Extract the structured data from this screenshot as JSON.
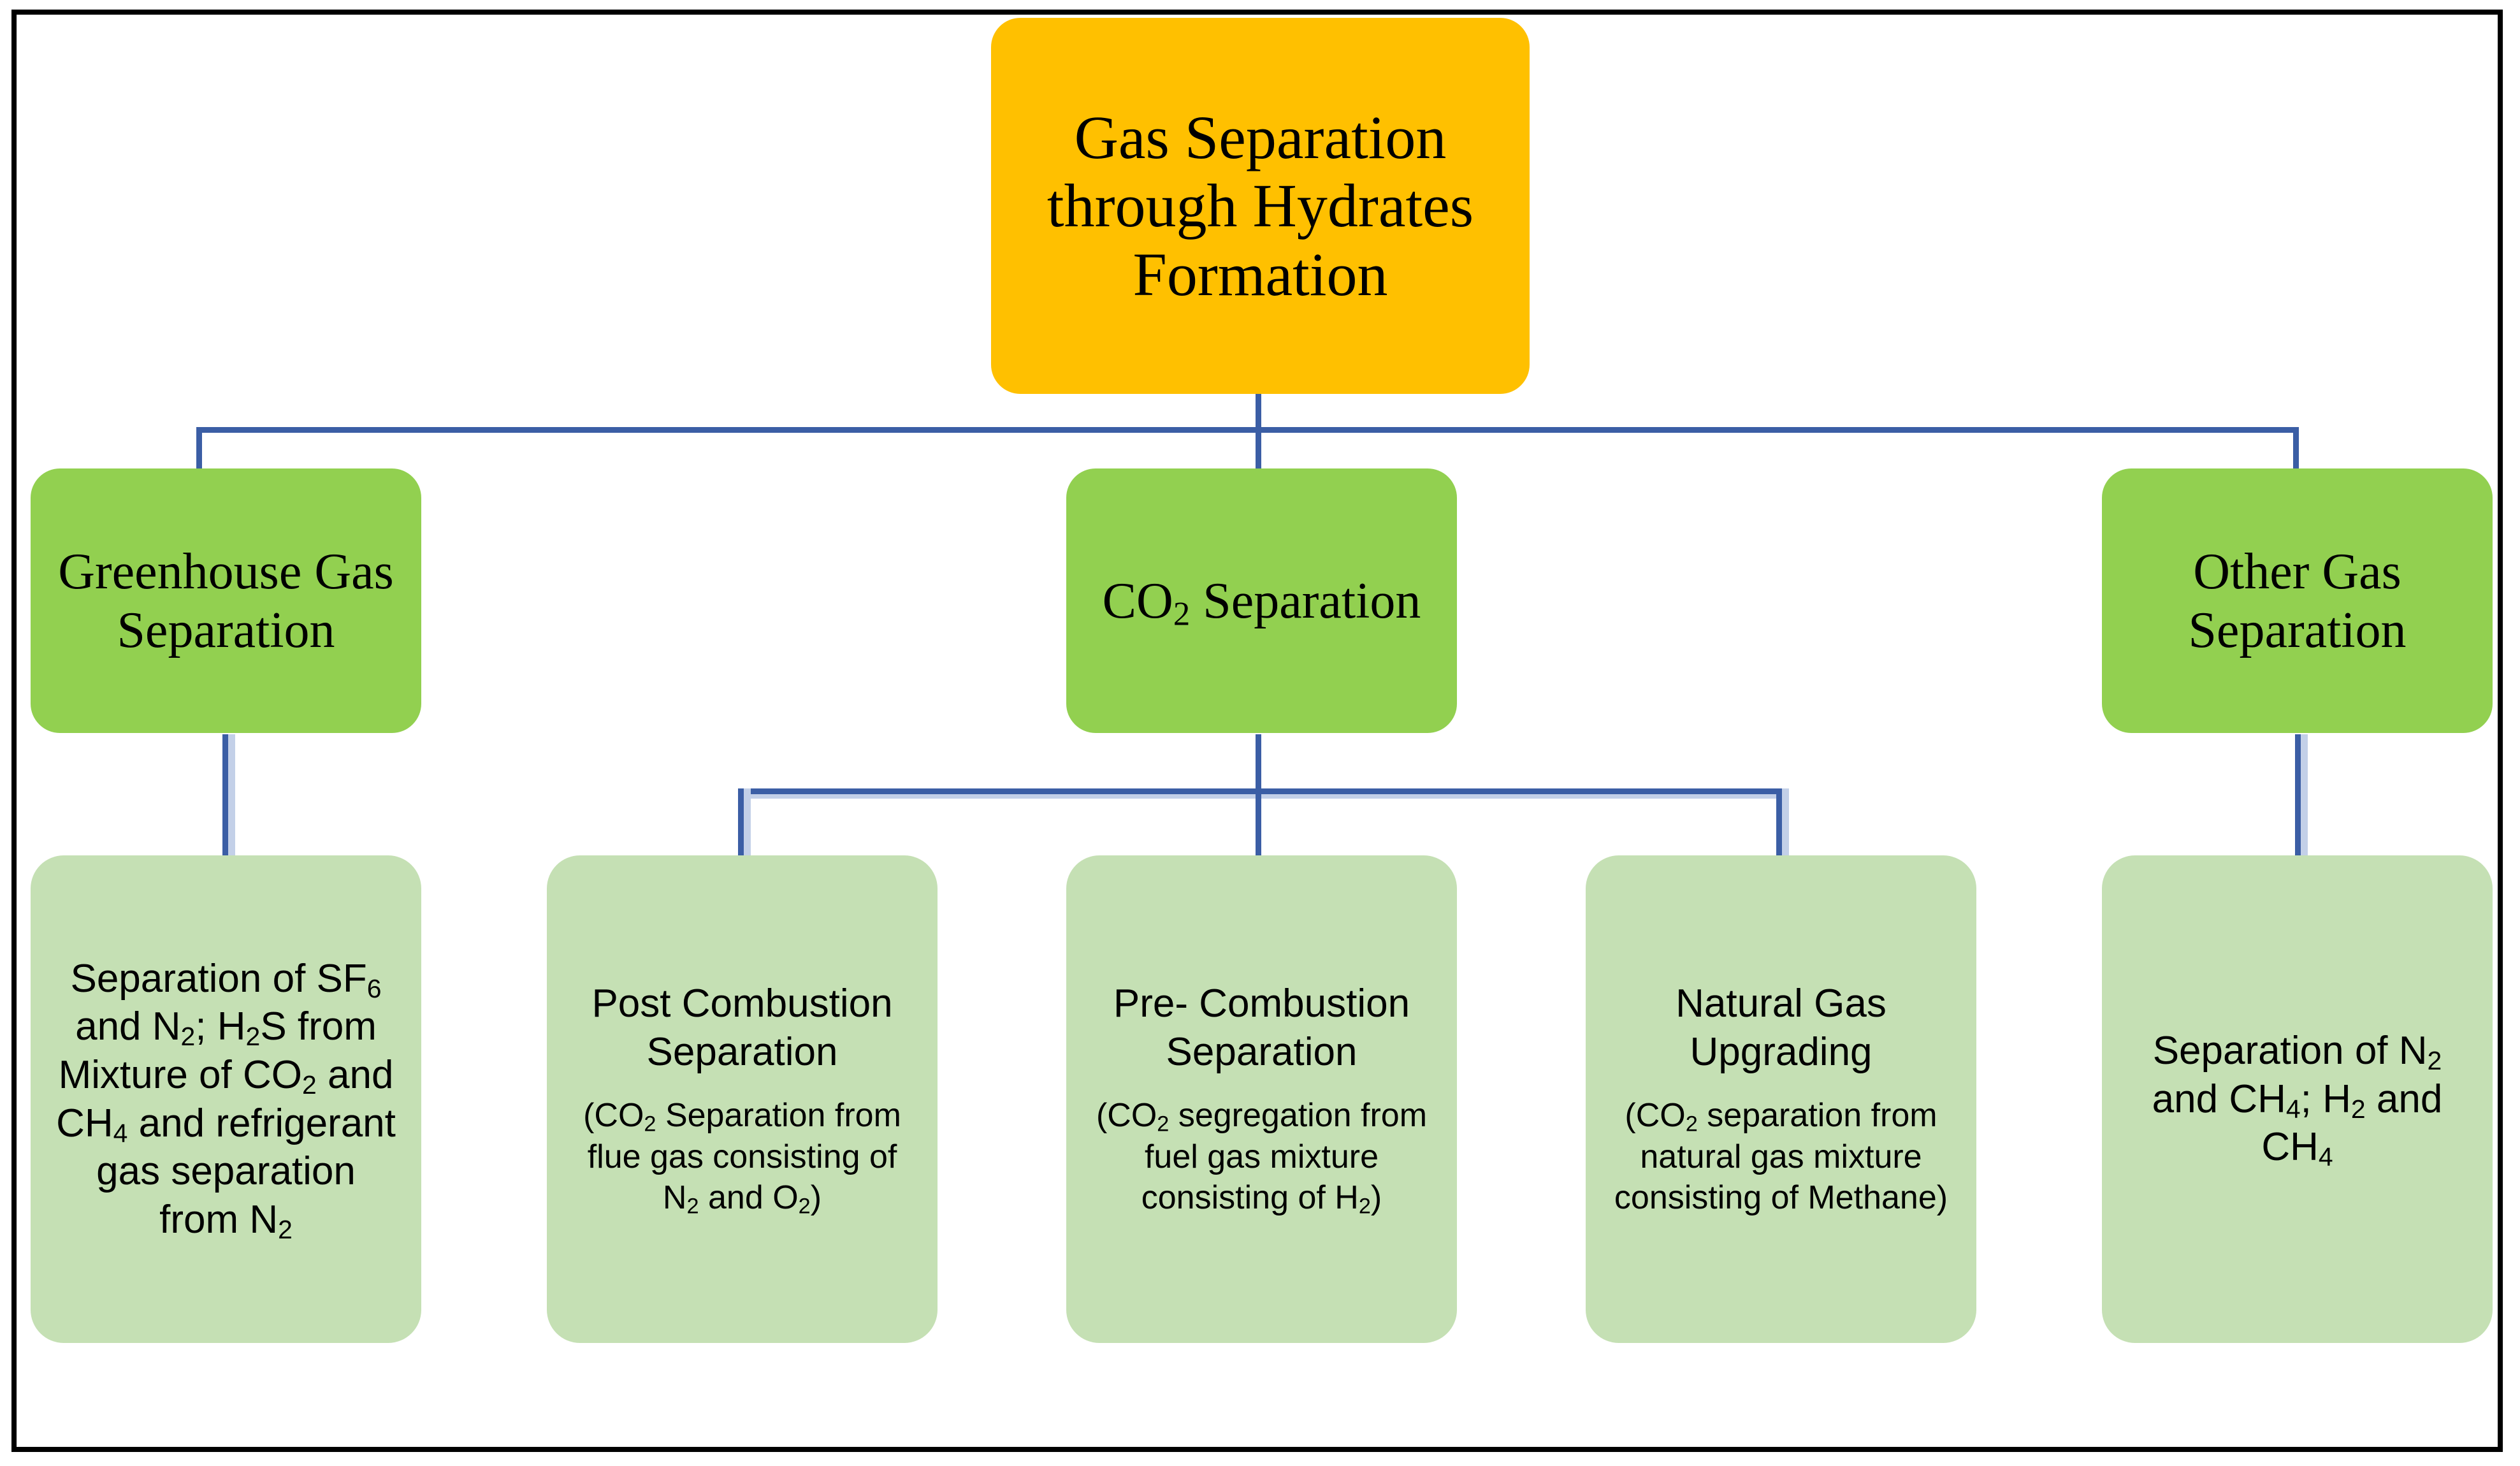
{
  "diagram": {
    "title": "Gas Separation through Hydrates Formation",
    "type": "hierarchical-flowchart",
    "colors": {
      "root_fill": "#ffc000",
      "level2_fill": "#92d050",
      "level3_fill": "#c5e0b4",
      "connector": "#3b5ea5",
      "frame": "#000000",
      "background": "#ffffff",
      "text": "#000000"
    }
  },
  "root": {
    "label_line1": "Gas Separation",
    "label_line2": "through Hydrates",
    "label_line3": "Formation"
  },
  "level2": [
    {
      "id": "greenhouse-gas-separation",
      "label_line1": "Greenhouse Gas",
      "label_line2": "Separation"
    },
    {
      "id": "co2-separation",
      "label_prefix": "CO",
      "label_sub": "2",
      "label_suffix": " Separation"
    },
    {
      "id": "other-gas-separation",
      "label_line1": "Other Gas",
      "label_line2": "Separation"
    }
  ],
  "level3": [
    {
      "id": "greenhouse-detail",
      "parent": "greenhouse-gas-separation",
      "title_html": "Separation of SF<sub>6</sub> and N<sub>2</sub>; H<sub>2</sub>S from Mixture of CO<sub>2</sub> and CH<sub>4</sub> and refrigerant gas separation from N<sub>2</sub>",
      "title_text": "Separation of SF6 and N2; H2S from Mixture of CO2 and CH4 and refrigerant gas separation from N2",
      "sub_html": "",
      "sub_text": ""
    },
    {
      "id": "post-combustion-separation",
      "parent": "co2-separation",
      "title_html": "Post Combustion Separation",
      "title_text": "Post Combustion Separation",
      "sub_html": "(CO<sub>2</sub> Separation from flue gas consisting of N<sub>2</sub> and O<sub>2</sub>)",
      "sub_text": "(CO2 Separation from flue gas consisting of N2 and O2)"
    },
    {
      "id": "pre-combustion-separation",
      "parent": "co2-separation",
      "title_html": "Pre- Combustion Separation",
      "title_text": "Pre- Combustion Separation",
      "sub_html": "(CO<sub>2</sub> segregation from fuel gas mixture consisting of H<sub>2</sub>)",
      "sub_text": "(CO2 segregation from fuel gas mixture consisting of H2)"
    },
    {
      "id": "natural-gas-upgrading",
      "parent": "co2-separation",
      "title_html": "Natural Gas Upgrading",
      "title_text": "Natural Gas Upgrading",
      "sub_html": "(CO<sub>2</sub> separation from natural gas mixture consisting of Methane)",
      "sub_text": "(CO2 separation from natural gas mixture consisting of Methane)"
    },
    {
      "id": "other-gas-detail",
      "parent": "other-gas-separation",
      "title_html": "Separation of N<sub>2</sub> and CH<sub>4</sub>; H<sub>2</sub> and CH<sub>4</sub>",
      "title_text": "Separation of N2 and CH4; H2 and CH4",
      "sub_html": "",
      "sub_text": ""
    }
  ]
}
